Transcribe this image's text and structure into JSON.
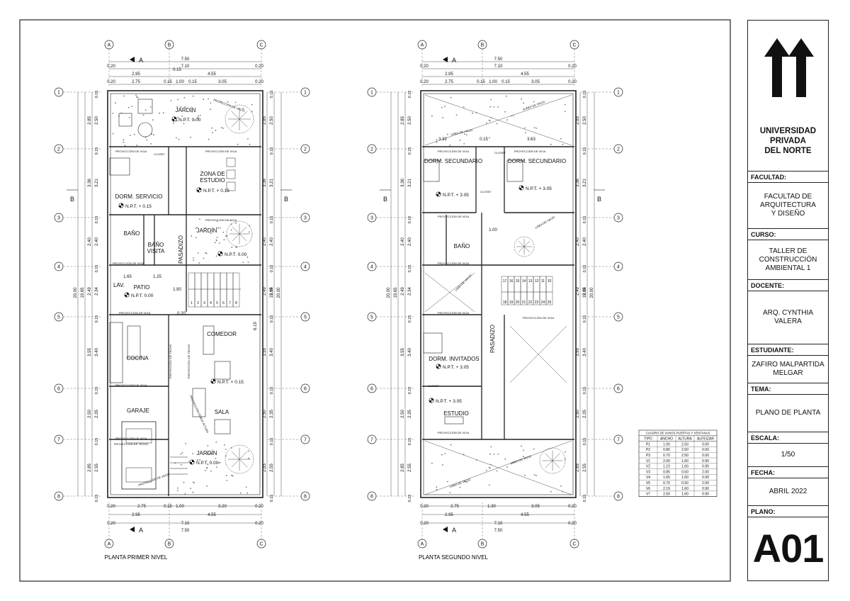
{
  "sheet": {
    "plan1_caption": "PLANTA PRIMER NIVEL",
    "plan2_caption": "PLANTA SEGUNDO NIVEL",
    "axes_letters": [
      "A",
      "B",
      "C"
    ],
    "axes_numbers": [
      "1",
      "2",
      "3",
      "4",
      "5",
      "6",
      "7",
      "8"
    ],
    "section_marks": {
      "a": "A",
      "b": "B"
    }
  },
  "dims": {
    "total_w": "7.50",
    "inner_w": "7.10",
    "wall": "0.20",
    "w1": "2.95",
    "w2": "4.55",
    "seg": [
      "2.75",
      "0.15",
      "1.00",
      "0.15",
      "3.05"
    ],
    "bottom_seg1": [
      "2.75",
      "0.15",
      "1.00",
      "3.20"
    ],
    "bottom_seg2": [
      "2.75",
      "1.30",
      "3.05"
    ],
    "vert_outer": [
      "2.85",
      "3.36",
      "2.40",
      "2.49",
      "3.55",
      "2.50",
      "2.85"
    ],
    "vert_inner": [
      "2.50",
      "3.21",
      "2.40",
      "2.34",
      "3.40",
      "2.35",
      "2.55"
    ],
    "vert_total": "20.00",
    "vert_total_inner": "19.65",
    "small": "0.15",
    "pasadizo_w": "1.90",
    "patio_a": "1.65",
    "patio_b": "1.25",
    "comedor_h": "6.19",
    "upper_w1": "3.32",
    "upper_w2": "3.63",
    "upper_mid": "0.15"
  },
  "plan1": {
    "rooms": {
      "jardin_top": "JARDÍN",
      "npt_000": "N.P.T. 0.00",
      "dorm_servicio": "DORM. SERVICIO",
      "npt_015": "N.P.T. + 0.15",
      "zona_estudio": "ZONA DE\nESTUDIO",
      "bano": "BAÑO",
      "bano_visita": "BAÑO\nVISITA",
      "pasadizo": "PASADIZO",
      "jardin_mid": "JARDÍN",
      "lav": "LAV.",
      "patio": "PATIO",
      "cocina": "COCINA",
      "comedor": "COMEDOR",
      "sala": "SALA",
      "garaje": "GARAJE",
      "jardin_bottom": "JARDÍN"
    },
    "labels": {
      "viga": "PROYECCIÓN DE VIGA",
      "techo": "PROYECCIÓN DE TECHO",
      "vacio": "PROYECCIÓN DE VACÍO",
      "closet": "CLOSET",
      "doble_altura": "PROYECCIÓN DOBLE ALTURA"
    },
    "stair_numbers": [
      "1",
      "2",
      "3",
      "4",
      "5",
      "6",
      "7",
      "8"
    ]
  },
  "plan2": {
    "rooms": {
      "dorm_sec_1": "DORM. SECUNDARIO",
      "dorm_sec_2": "DORM. SECUNDARIO",
      "npt_305": "N.P.T. + 3.05",
      "bano": "BAÑO",
      "pasadizo": "PASADIZO",
      "dorm_inv": "DORM. INVITADOS",
      "estudio": "ESTUDIO"
    },
    "labels": {
      "linea_vacio": "LINEA DE VACIO",
      "viga": "PROYECCIÓN DE VIGA",
      "closet": "CLOSET"
    },
    "stair_top": [
      "17",
      "16",
      "15",
      "14",
      "13",
      "12",
      "11",
      "10"
    ],
    "stair_bottom": [
      "18",
      "19",
      "20",
      "21",
      "22",
      "23",
      "24",
      "25"
    ]
  },
  "schedule": {
    "title": "CUADRO DE VANOS PUERTAS Y VENTANAS",
    "headers": [
      "TIPO",
      "ANCHO",
      "ALTURA",
      "ALFEIZAR"
    ],
    "rows": [
      [
        "P1",
        "1.00",
        "2.50",
        "0.00"
      ],
      [
        "P2",
        "0.80",
        "2.50",
        "0.00"
      ],
      [
        "P3",
        "0.70",
        "2.50",
        "0.00"
      ],
      [
        "V1",
        "2.00",
        "1.60",
        "0.90"
      ],
      [
        "V2",
        "1.10",
        "1.60",
        "0.90"
      ],
      [
        "V3",
        "0.85",
        "0.50",
        "2.00"
      ],
      [
        "V4",
        "1.65",
        "1.60",
        "0.90"
      ],
      [
        "V5",
        "0.70",
        "0.50",
        "2.00"
      ],
      [
        "V6",
        "2.19",
        "1.60",
        "0.90"
      ],
      [
        "V7",
        "2.50",
        "1.60",
        "0.90"
      ]
    ]
  },
  "title_block": {
    "university": "UNIVERSIDAD\nPRIVADA\nDEL NORTE",
    "facultad_label": "FACULTAD:",
    "facultad": "FACULTAD DE\nARQUITECTURA\nY DISEÑO",
    "curso_label": "CURSO:",
    "curso": "TALLER DE\nCONSTRUCCIÓN\nAMBIENTAL 1",
    "docente_label": "DOCENTE:",
    "docente": "ARQ. CYNTHIA\nVALERA",
    "estudiante_label": "ESTUDIANTE:",
    "estudiante": "ZAFIRO MALPARTIDA\nMELGAR",
    "tema_label": "TEMA:",
    "tema": "PLANO DE PLANTA",
    "escala_label": "ESCALA:",
    "escala": "1/50",
    "fecha_label": "FECHA:",
    "fecha": "ABRIL 2022",
    "plano_label": "PLANO:",
    "plano": "A01"
  }
}
